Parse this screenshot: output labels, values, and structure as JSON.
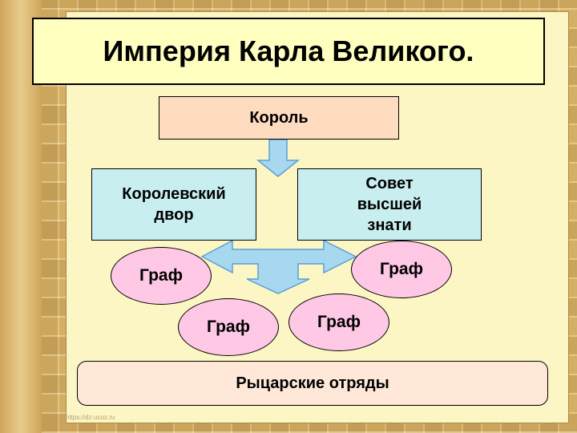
{
  "title": "Империя Карла Великого.",
  "king": "Король",
  "court": [
    "Королевский",
    "двор"
  ],
  "council": [
    "Совет",
    "высшей",
    "знати"
  ],
  "counts": [
    "Граф",
    "Граф",
    "Граф",
    "Граф"
  ],
  "knights": "Рыцарские отряды",
  "footer_url": "https://dz-ucoz.ru",
  "colors": {
    "title_bg": "#ffffc0",
    "king_bg": "#ffdcc0",
    "court_bg": "#c8eef0",
    "count_bg": "#ffc8e4",
    "knights_bg": "#ffe8d8",
    "arrow_fill": "#a8d8f0",
    "arrow_stroke": "#5a9ed6"
  }
}
